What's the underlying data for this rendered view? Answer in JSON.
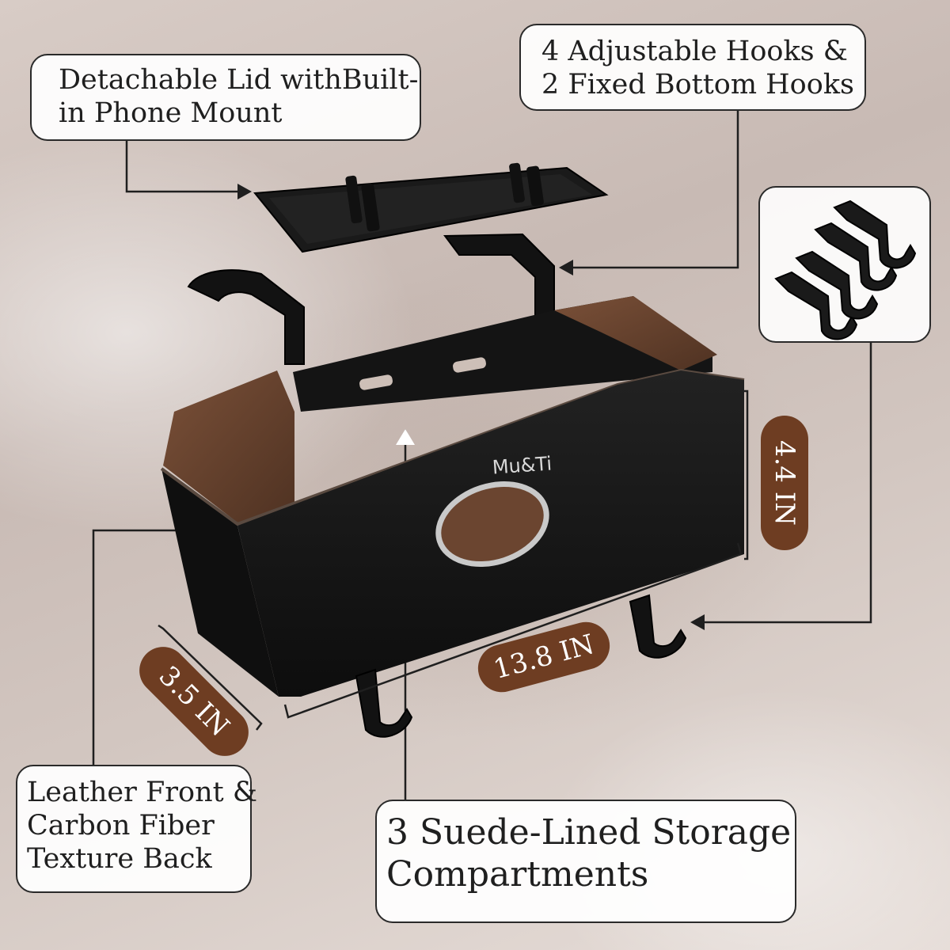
{
  "callouts": {
    "lid": [
      "Detachable Lid withBuilt-",
      "in Phone Mount"
    ],
    "hooks": [
      "4 Adjustable Hooks &",
      "2 Fixed Bottom Hooks"
    ],
    "leather": [
      "Leather Front &",
      "Carbon Fiber",
      "Texture Back"
    ],
    "storage": [
      "3 Suede-Lined Storage",
      "Compartments"
    ]
  },
  "dimensions": {
    "width": "13.8 IN",
    "depth": "3.5 IN",
    "height": "4.4 IN"
  },
  "brand": {
    "logo_text": "Mu&Ti"
  },
  "colors": {
    "organizer_body": "#151515",
    "suede_lining": "#6b4530",
    "dimension_badge": "#6e3d22",
    "callout_border": "#2a2a2a"
  }
}
